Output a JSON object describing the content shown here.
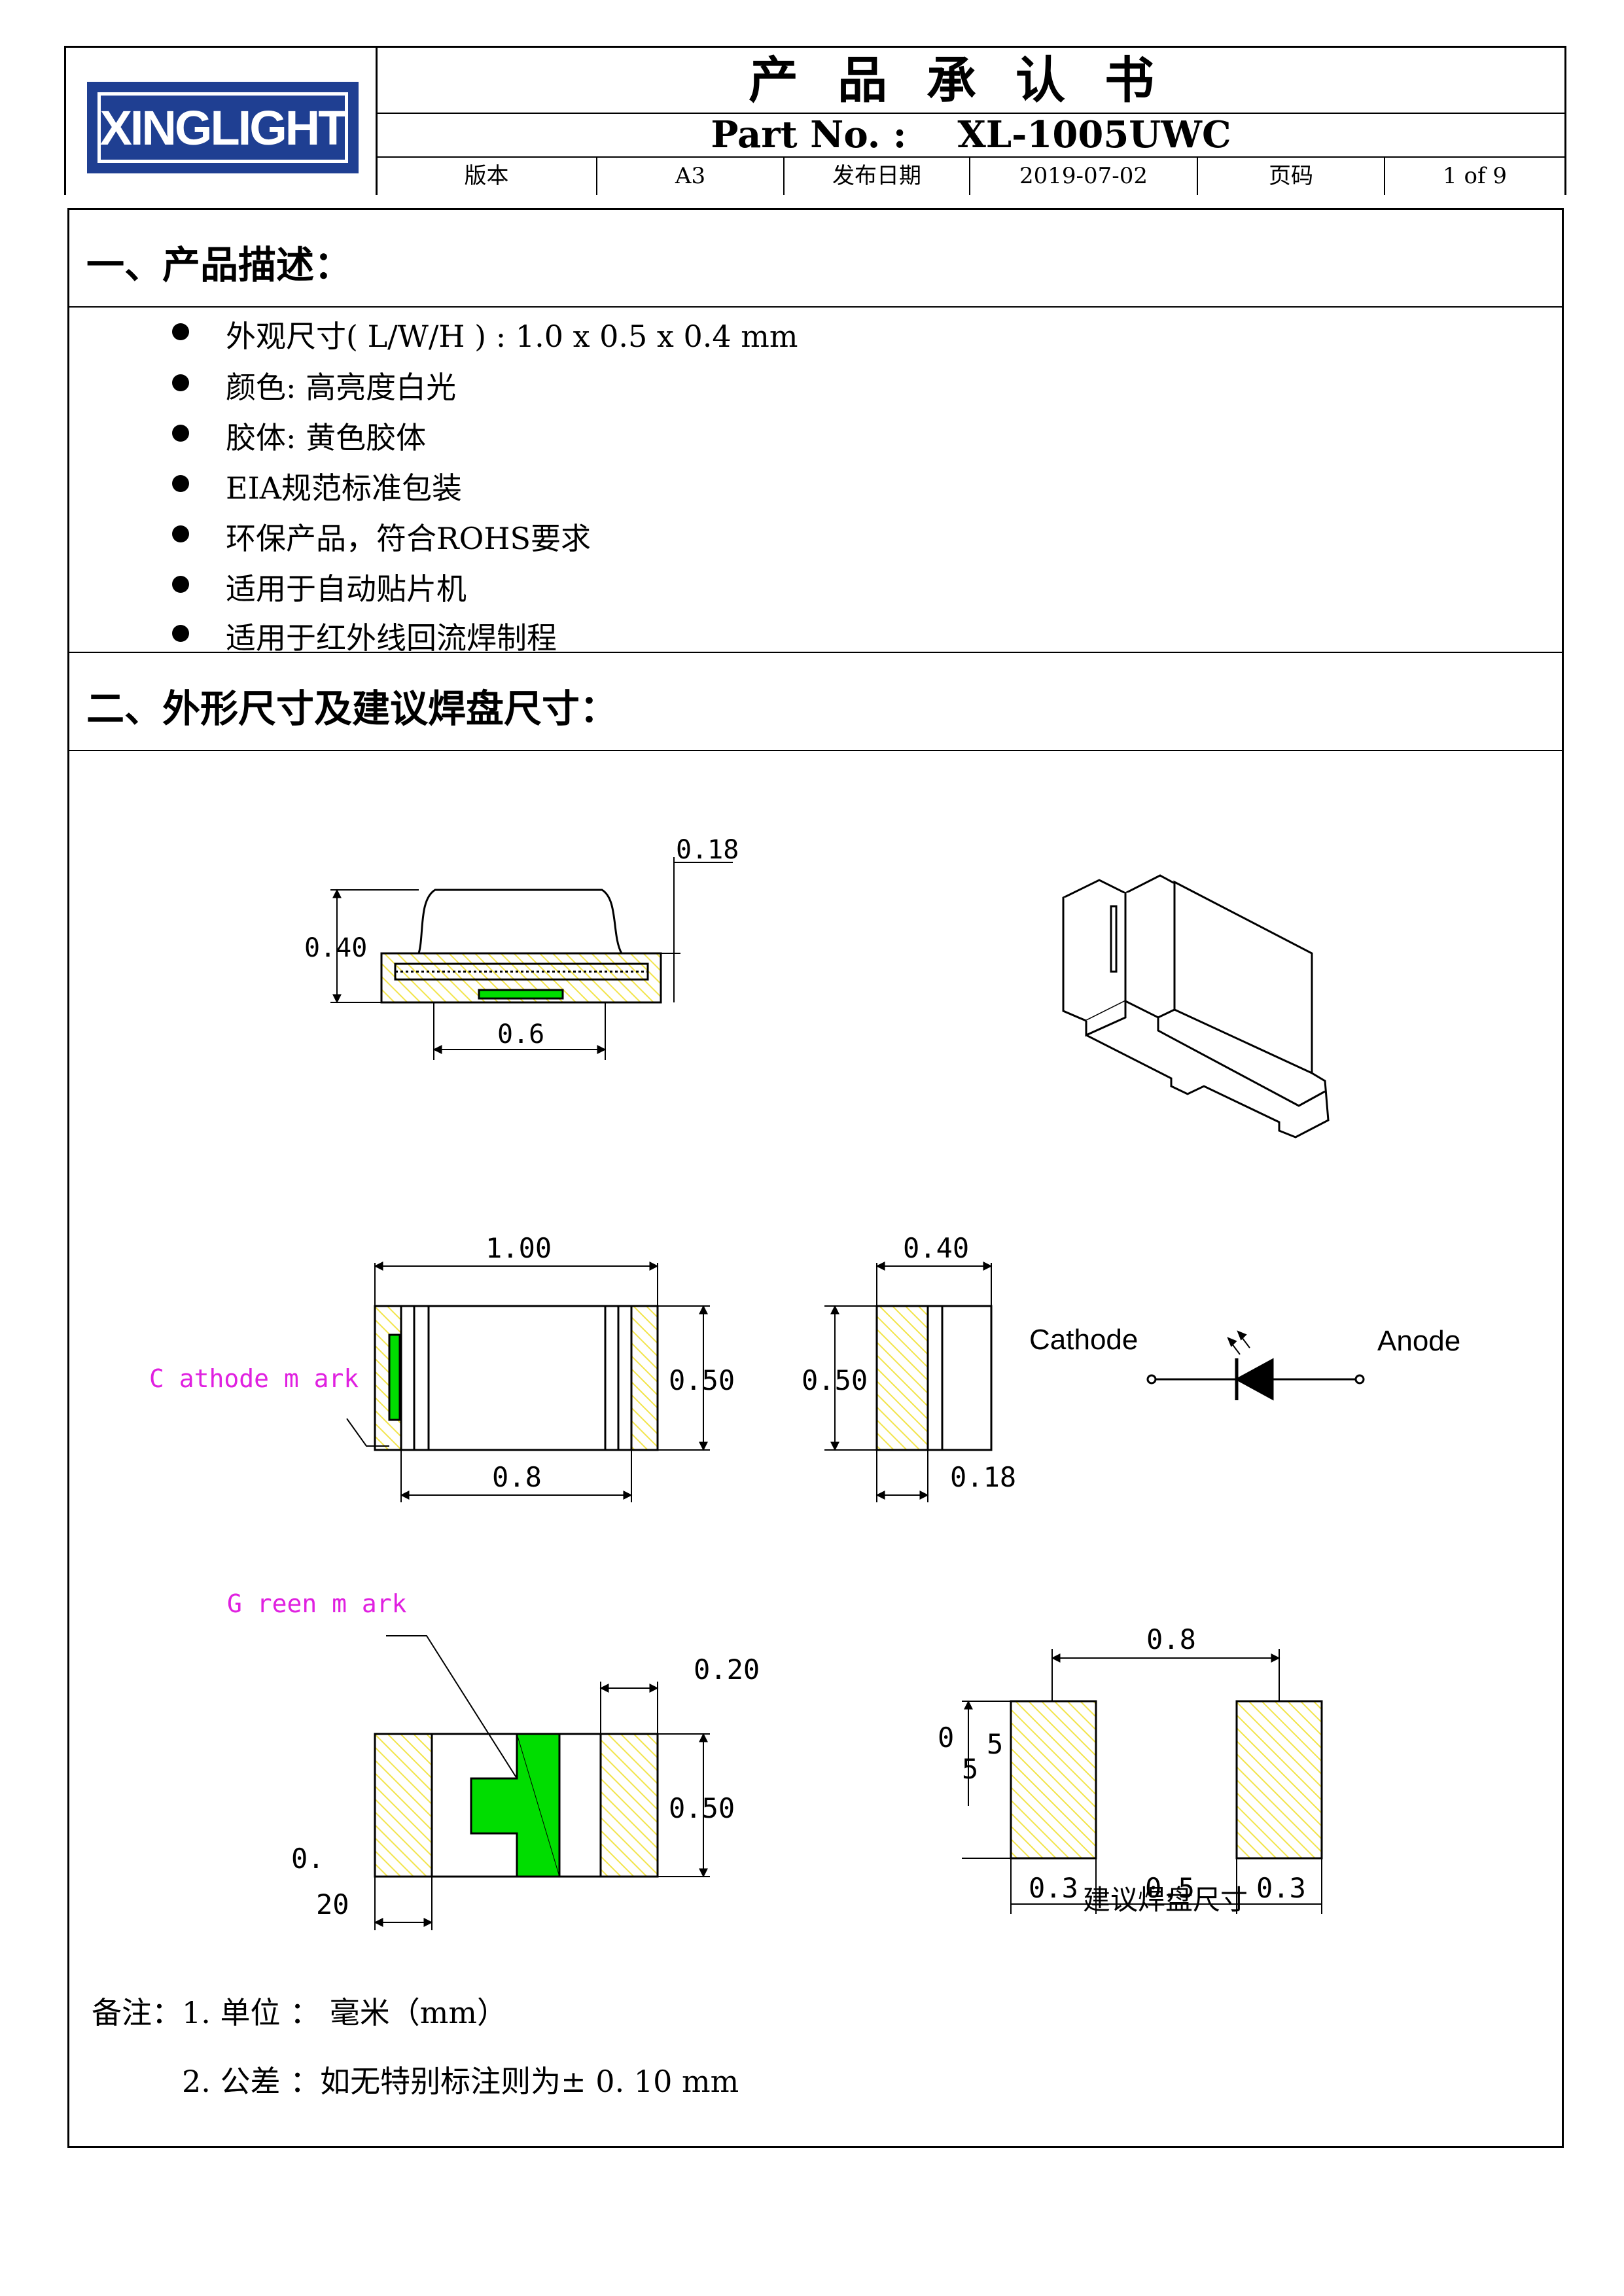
{
  "header": {
    "logo_text": "XINGLIGHT",
    "title": "产品承认书",
    "part_label": "Part No. :",
    "part_number": "XL-1005UWC",
    "version_label": "版本",
    "version_value": "A3",
    "date_label": "发布日期",
    "date_value": "2019-07-02",
    "page_label": "页码",
    "page_value": "1 of 9"
  },
  "section1": {
    "heading": "一、产品描述：",
    "items": [
      "外观尺寸( L/W/H ) :    1.0 x 0.5 x 0.4 mm",
      "颜色: 高亮度白光",
      "胶体: 黄色胶体",
      "EIA规范标准包装",
      "环保产品，符合ROHS要求",
      "适用于自动贴片机",
      "适用于红外线回流焊制程"
    ]
  },
  "section2": {
    "heading": "二、外形尺寸及建议焊盘尺寸："
  },
  "drawing": {
    "side_view": {
      "dim_height": "0.40",
      "dim_top": "0.18",
      "dim_bottom": "0.6"
    },
    "top_view": {
      "dim_length": "1.00",
      "dim_width": "0.50",
      "dim_inner": "0.8",
      "cathode_mark": "C athode m ark"
    },
    "end_view": {
      "dim_width": "0.40",
      "dim_height": "0.50",
      "dim_pad": "0.18"
    },
    "symbol": {
      "cathode": "Cathode",
      "anode": "Anode"
    },
    "bottom_view": {
      "green_mark": "G reen m ark",
      "dim_right": "0.20",
      "dim_height": "0.50",
      "dim_left_a": "0.",
      "dim_left_b": "20"
    },
    "pad": {
      "dim_span": "0.8",
      "dim_h_a": "0",
      "dim_h_b": "5",
      "dim_h_c": "5",
      "dim_left": "0.3",
      "dim_mid": "0.5",
      "dim_right": "0.3",
      "caption": "建议焊盘尺寸"
    },
    "colors": {
      "body_hatch": "#f2e44a",
      "green_mark": "#00dd00",
      "magenta_label": "#e020e0"
    }
  },
  "notes": {
    "line1": "备注：1. 单位 ： 毫米（mm）",
    "line2": "2. 公差 ：如无特别标注则为±  0. 10  mm"
  }
}
